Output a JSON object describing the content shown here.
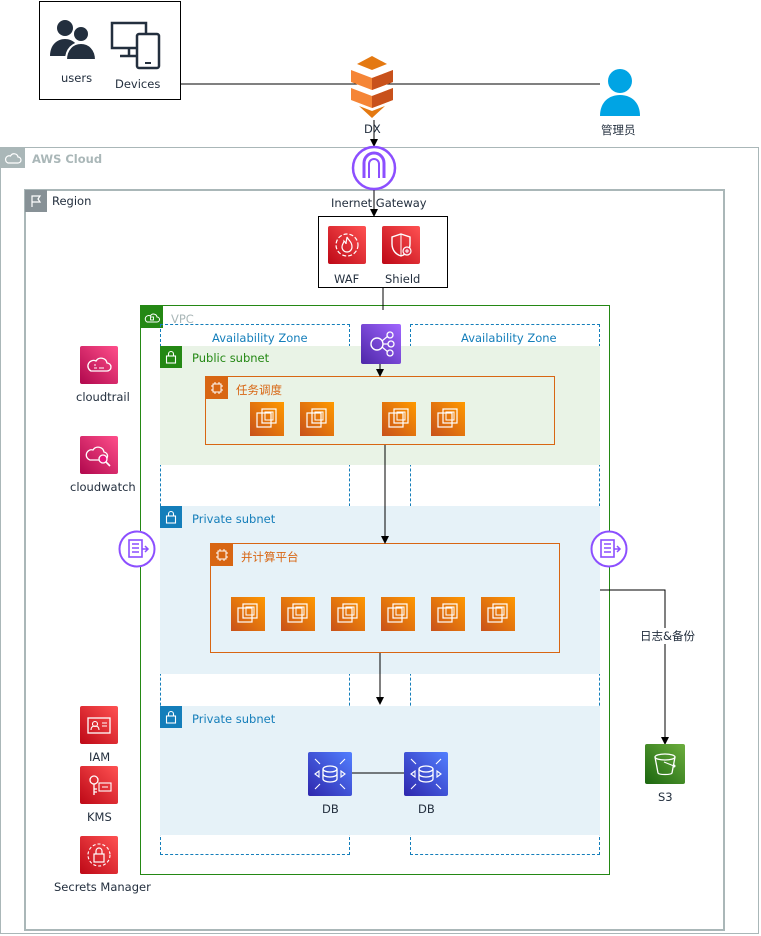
{
  "top": {
    "users_label": "users",
    "devices_label": "Devices",
    "dx_label": "DX",
    "admin_label": "管理员"
  },
  "groups": {
    "aws_cloud": "AWS Cloud",
    "region": "Region",
    "vpc": "VPC",
    "az_left": "Availability Zone",
    "az_right": "Availability Zone",
    "public_subnet": "Public subnet",
    "private_subnet_1": "Private subnet",
    "private_subnet_2": "Private subnet",
    "scheduler": "任务调度",
    "compute_platform": "并计算平台"
  },
  "services": {
    "igw": "Inernet Gateway",
    "waf": "WAF",
    "shield": "Shield",
    "cloudtrail": "cloudtrail",
    "cloudwatch": "cloudwatch",
    "iam": "IAM",
    "kms": "KMS",
    "secrets": "Secrets Manager",
    "s3": "S3",
    "db1": "DB",
    "db2": "DB"
  },
  "edges": {
    "log_backup": "日志&备份"
  },
  "colors": {
    "aws_cloud": "#aab7b8",
    "region": "#879196",
    "vpc": "#248814",
    "az": "#147eba",
    "public_subnet_fill": "#e9f3e6",
    "private_subnet_fill": "#e6f2f8",
    "ec2_group": "#d86613",
    "security_red": "#dd344c",
    "mgmt_pink": "#e7157b",
    "network_purple": "#8c4fff",
    "database_blue": "#3b48cc",
    "storage_green": "#3f8624"
  }
}
